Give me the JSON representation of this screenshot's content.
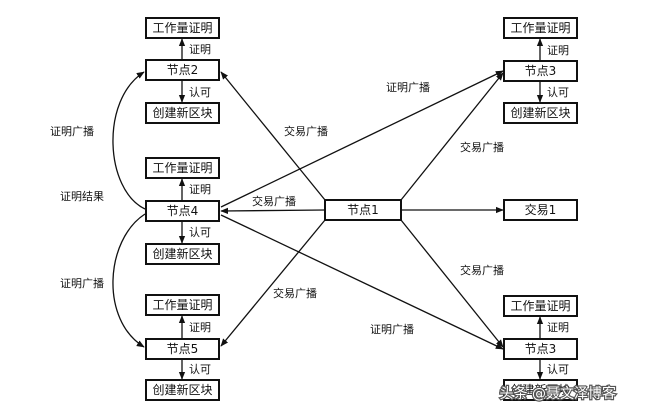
{
  "nodes": {
    "node1": "节点1",
    "node2": "节点2",
    "node3_top": "节点3",
    "node3_bottom": "节点3",
    "node4": "节点4",
    "node5": "节点5",
    "transaction1": "交易1"
  },
  "cluster_labels": {
    "pow": "工作量证明",
    "create_block": "创建新区块",
    "prove": "证明",
    "approve": "认可"
  },
  "edge_labels": {
    "tx_broadcast": "交易广播",
    "proof_broadcast": "证明广播",
    "proof_result": "证明结果"
  },
  "watermark": "头条 @聂文泽博客"
}
